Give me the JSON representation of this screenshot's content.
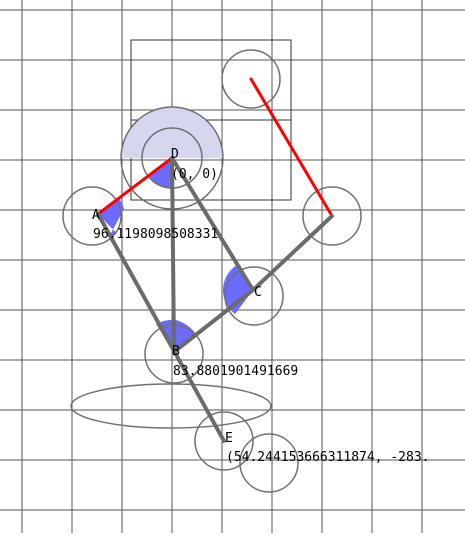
{
  "colors": {
    "grid": "#555555",
    "link": "#6b6b6b",
    "red_link": "#ff0000",
    "angle_fill": "#6b6bff",
    "highlight": "#d6d6ee",
    "circle": "#707070",
    "frame": "#333333",
    "background": "#ffffff"
  },
  "points": {
    "A": {
      "name": "A",
      "value": "96.1198098508331"
    },
    "B": {
      "name": "B",
      "value": "83.8801901491669"
    },
    "C": {
      "name": "C"
    },
    "D": {
      "name": "D",
      "value": "(0, 0)"
    },
    "E": {
      "name": "E",
      "value": "(54.244153666311874, -283."
    }
  }
}
